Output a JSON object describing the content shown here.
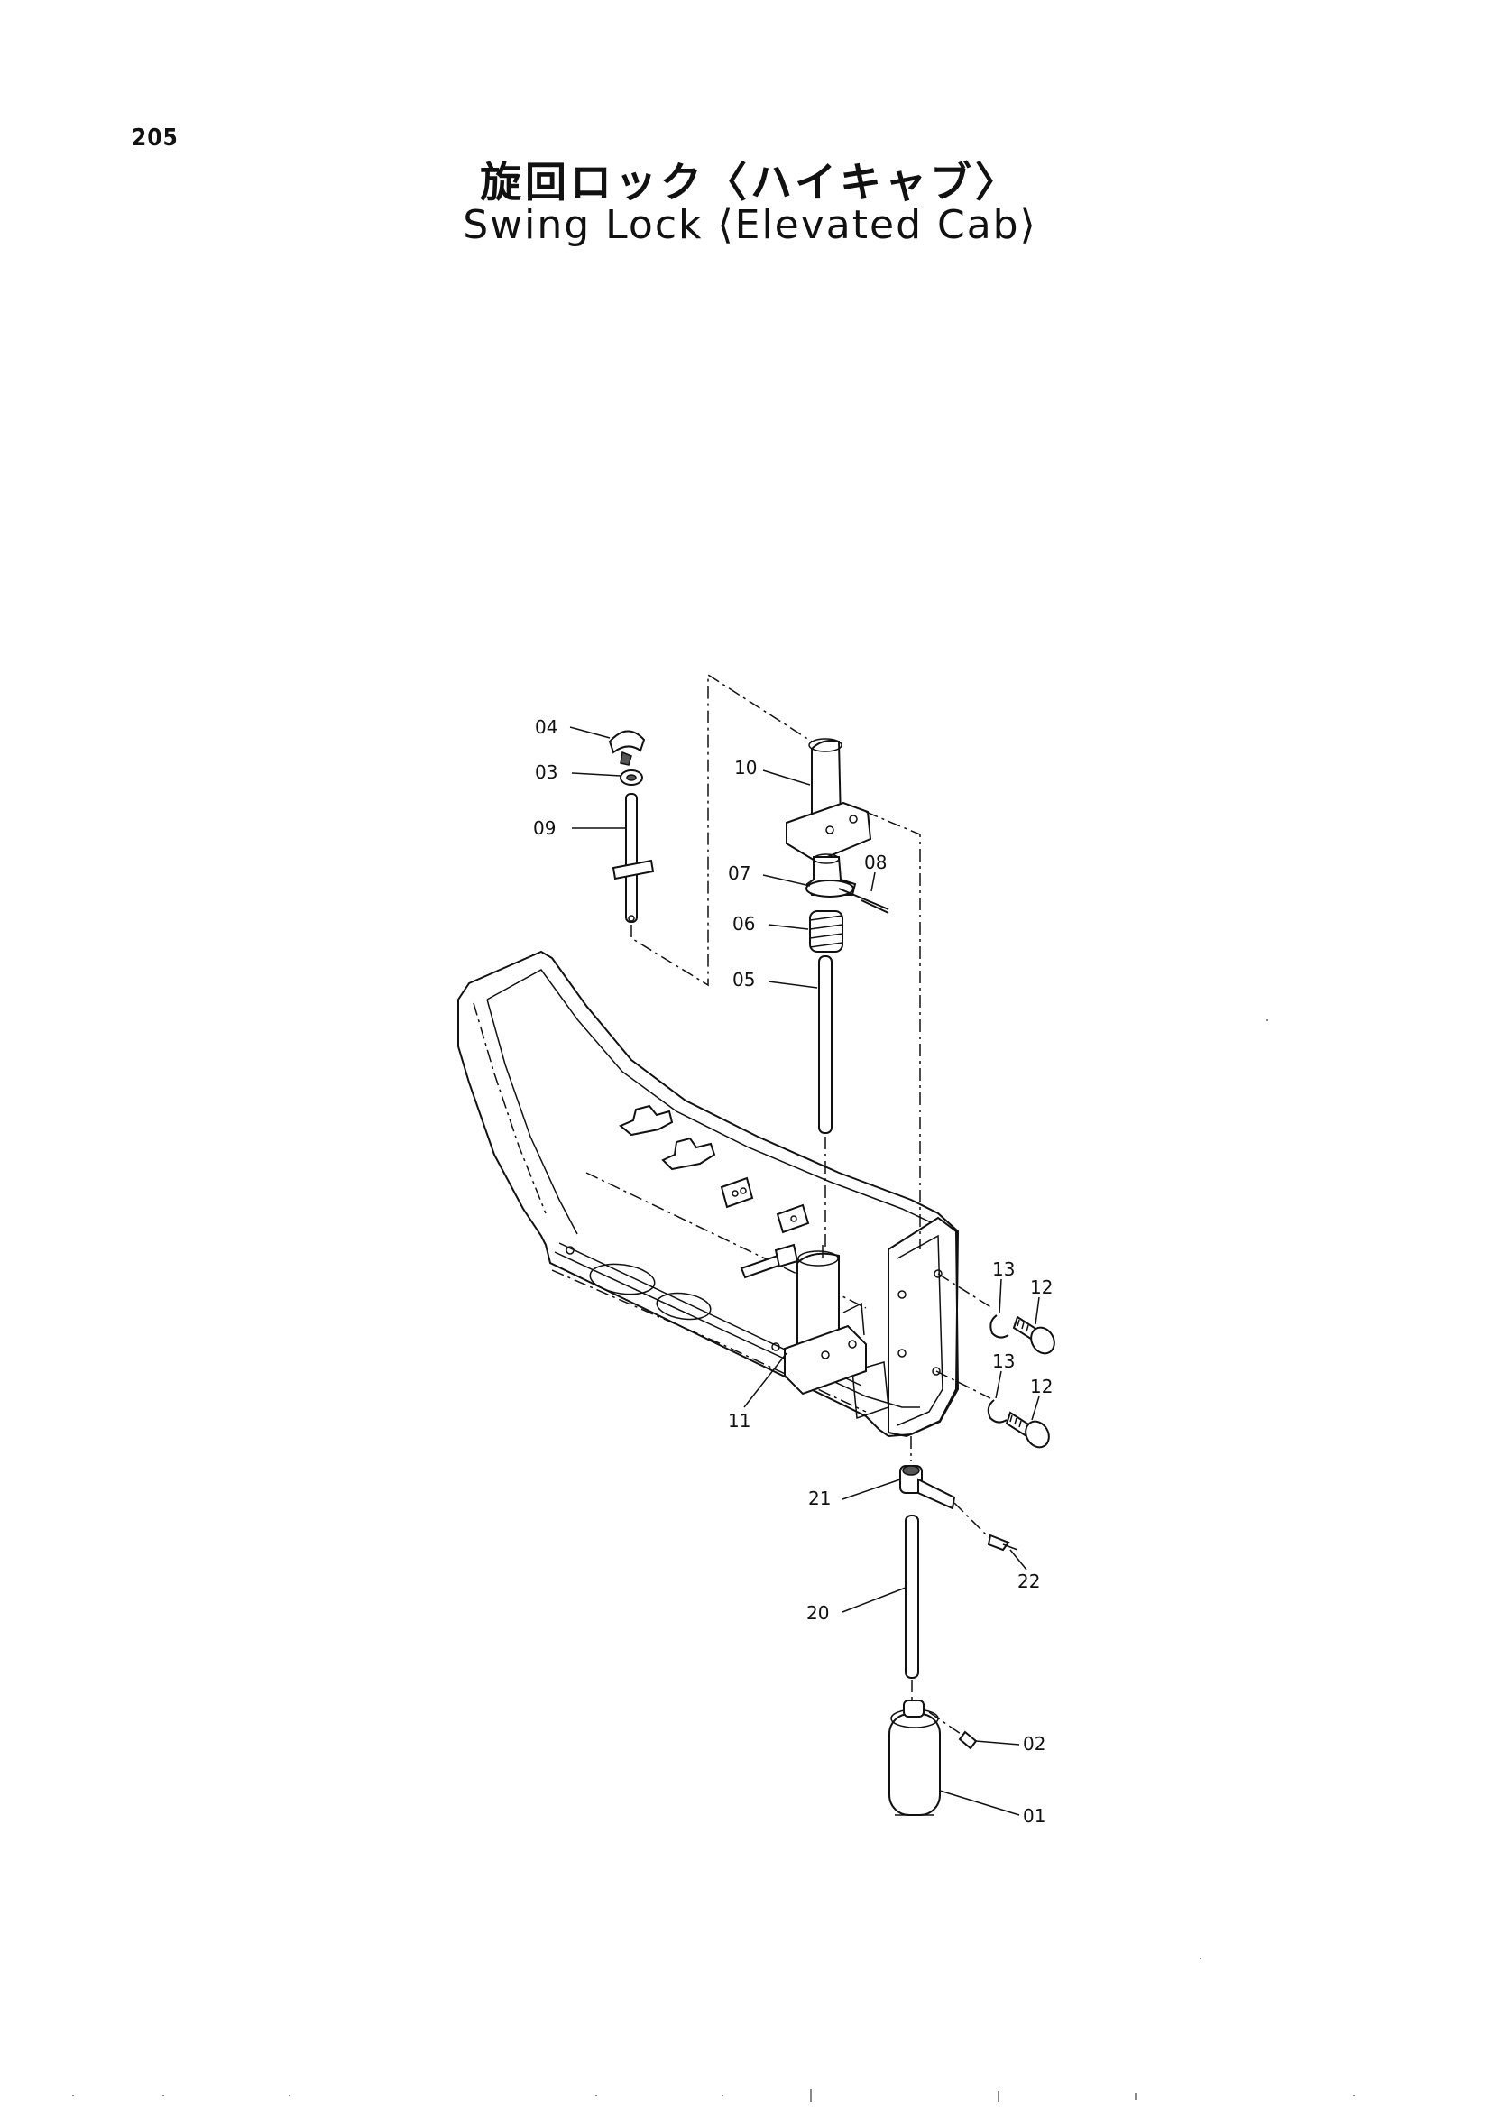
{
  "page": {
    "number": "205",
    "title_jp": "旋回ロック〈ハイキャブ〉",
    "title_en": "Swing Lock ⟨Elevated Cab⟩"
  },
  "parts": {
    "p01": "01",
    "p02": "02",
    "p03": "03",
    "p04": "04",
    "p05": "05",
    "p06": "06",
    "p07": "07",
    "p08": "08",
    "p09": "09",
    "p10": "10",
    "p11": "11",
    "p12a": "12",
    "p12b": "12",
    "p13a": "13",
    "p13b": "13",
    "p20": "20",
    "p21": "21",
    "p22": "22"
  }
}
